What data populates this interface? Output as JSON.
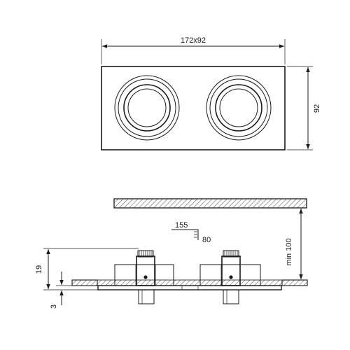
{
  "diagram": {
    "top_view": {
      "width_label": "172x92",
      "height_label": "92"
    },
    "side_view": {
      "ceiling_gap_label": "min 100",
      "cutout_width_label": "155",
      "cutout_depth_label": "80",
      "height_label": "19",
      "flange_label": "3"
    }
  },
  "colors": {
    "line": "#1a1a1a",
    "background": "#ffffff"
  }
}
